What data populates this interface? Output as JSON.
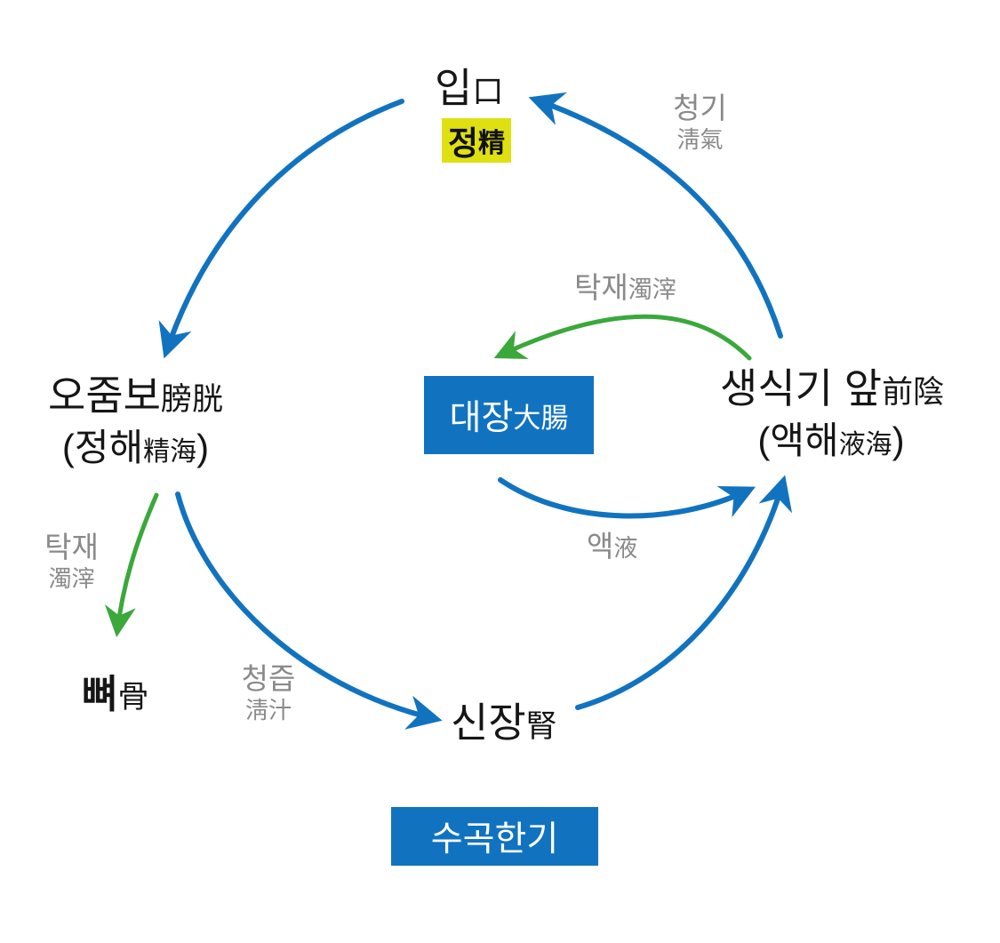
{
  "colors": {
    "blue": "#1173bf",
    "green": "#3aa83a",
    "yellow": "#dfe011",
    "gray": "#8a8a8a"
  },
  "nodes": {
    "mouth": {
      "ko": "입",
      "hanja": "口"
    },
    "jeong": {
      "ko": "정",
      "hanja": "精"
    },
    "bladder": {
      "ko": "오줌보",
      "hanja": "膀胱",
      "sub_prefix": "(정해",
      "sub_hanja": "精海",
      "sub_suffix": ")"
    },
    "genitals": {
      "ko": "생식기 앞",
      "hanja": "前陰",
      "sub_prefix": "(액해",
      "sub_hanja": "液海",
      "sub_suffix": ")"
    },
    "large_intestine": {
      "ko": "대장",
      "hanja": "大腸"
    },
    "kidney": {
      "ko": "신장",
      "hanja": "腎"
    },
    "bone": {
      "ko": "뼈",
      "hanja": "骨"
    },
    "sugok_hangi": {
      "ko": "수곡한기"
    }
  },
  "edge_labels": {
    "cheonggi": {
      "ko": "청기",
      "hanja": "淸氣"
    },
    "takjae_center": {
      "ko": "탁재",
      "hanja": "濁滓"
    },
    "takjae_left": {
      "ko": "탁재",
      "hanja": "濁滓"
    },
    "cheongjeup": {
      "ko": "청즙",
      "hanja": "淸汁"
    },
    "aek": {
      "ko": "액",
      "hanja": "液"
    }
  }
}
